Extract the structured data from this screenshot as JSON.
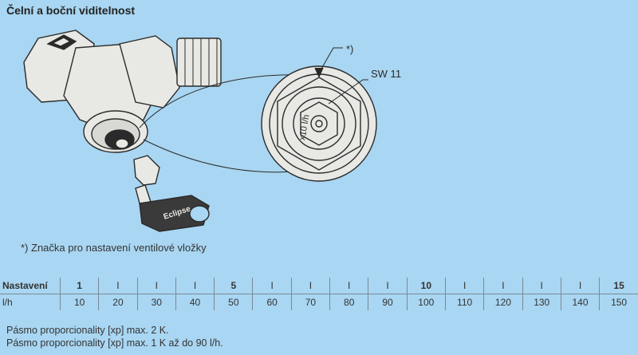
{
  "title": "Čelní a boční viditelnost",
  "illustration": {
    "footnote_marker": "*)",
    "sw_label": "SW 11",
    "key_brand": "Eclipse",
    "dial_text": "x10 l/h"
  },
  "footnote": "*) Značka pro nastavení ventilové vložky",
  "table": {
    "row1_label": "Nastavení",
    "row2_label": "l/h",
    "settings": [
      "1",
      "I",
      "I",
      "I",
      "5",
      "I",
      "I",
      "I",
      "I",
      "10",
      "I",
      "I",
      "I",
      "I",
      "15"
    ],
    "flows": [
      "10",
      "20",
      "30",
      "40",
      "50",
      "60",
      "70",
      "80",
      "90",
      "100",
      "110",
      "120",
      "130",
      "140",
      "150"
    ],
    "bold_indices": [
      0,
      4,
      9,
      14
    ]
  },
  "notes": [
    "Pásmo proporcionality [xp] max. 2 K.",
    "Pásmo proporcionality [xp] max. 1 K až do 90 l/h."
  ],
  "colors": {
    "background": "#a9d6f2",
    "metal": "#e8e8e4",
    "outline": "#2a2a2a"
  }
}
